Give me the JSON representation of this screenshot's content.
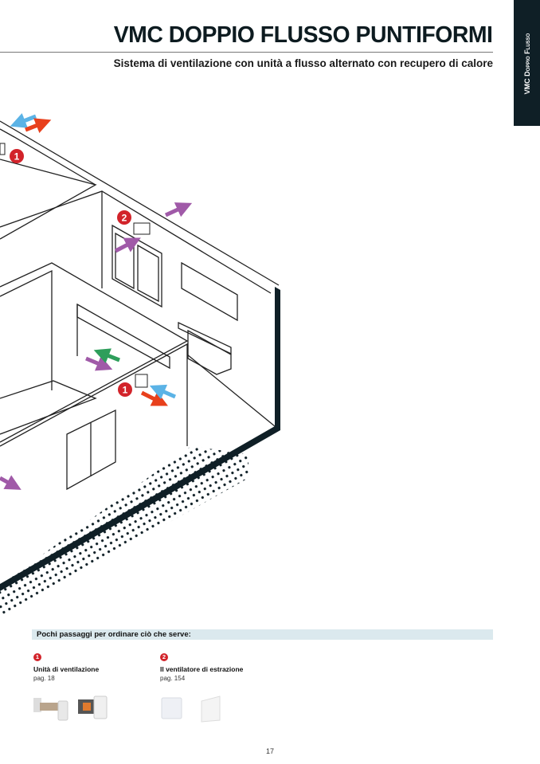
{
  "header": {
    "title": "VMC DOPPIO FLUSSO PUNTIFORMI",
    "subtitle": "Sistema di ventilazione con unità a flusso alternato con recupero di calore",
    "side_tab": "VMC Doppio Flusso"
  },
  "illustration": {
    "markers": [
      "1",
      "2",
      "1"
    ],
    "colors": {
      "intake": "#5bb3e6",
      "exhaust": "#e8401c",
      "extract": "#a05aa8",
      "transfer": "#2e9e5b",
      "marker": "#d2232a",
      "wall_edge": "#0f1f26"
    }
  },
  "ordering": {
    "heading": "Pochi passaggi  per ordinare ciò che serve:",
    "products": [
      {
        "number": "1",
        "name": "Unità di ventilazione",
        "page": "pag. 18"
      },
      {
        "number": "2",
        "name": "Il ventilatore di estrazione",
        "page": "pag. 154"
      }
    ]
  },
  "page_number": "17"
}
